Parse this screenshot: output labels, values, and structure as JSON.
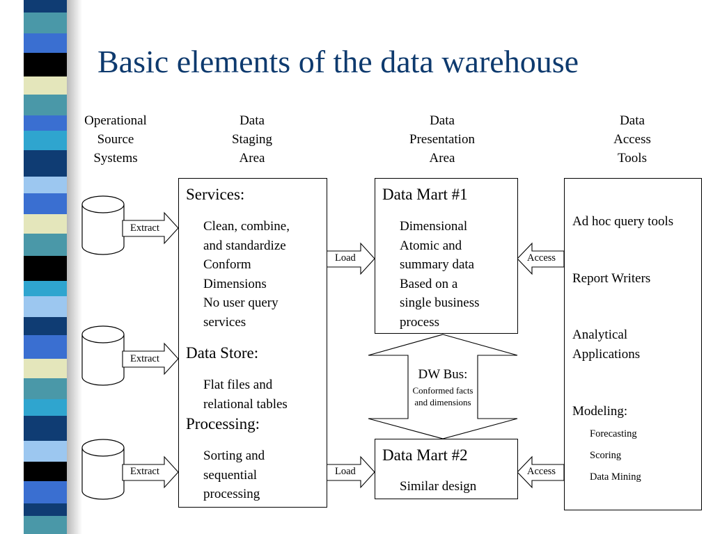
{
  "title": "Basic elements of the data warehouse",
  "columns": {
    "source": "Operational\nSource\nSystems",
    "staging": "Data\nStaging\nArea",
    "presentation": "Data\nPresentation\nArea",
    "access": "Data\nAccess\nTools"
  },
  "staging": {
    "services_heading": "Services:",
    "services_text": "Clean, combine,\nand standardize\nConform\nDimensions\nNo user query\nservices",
    "datastore_heading": "Data Store:",
    "datastore_text": "Flat files and\nrelational tables",
    "processing_heading": "Processing:",
    "processing_text": "Sorting and\nsequential\nprocessing"
  },
  "mart1": {
    "title": "Data Mart #1",
    "text": "Dimensional\nAtomic and\nsummary data\nBased on a\nsingle business\nprocess"
  },
  "mart2": {
    "title": "Data Mart #2",
    "text": "Similar design"
  },
  "bus": {
    "title": "DW Bus:",
    "text": "Conformed facts\nand dimensions"
  },
  "tools": {
    "items": [
      "Ad hoc query tools",
      "Report Writers",
      "Analytical\nApplications",
      "Modeling:"
    ],
    "modeling_sub": [
      "Forecasting",
      "Scoring",
      "Data Mining"
    ]
  },
  "arrows": {
    "extract": "Extract",
    "load": "Load",
    "access": "Access"
  },
  "colors": {
    "title": "#0e3a6e",
    "stripe_palette": [
      "#0f3c73",
      "#3a6fd1",
      "#4a98a8",
      "#9cc7f0",
      "#e4e6bb",
      "#000000",
      "#2fa5cf"
    ]
  }
}
